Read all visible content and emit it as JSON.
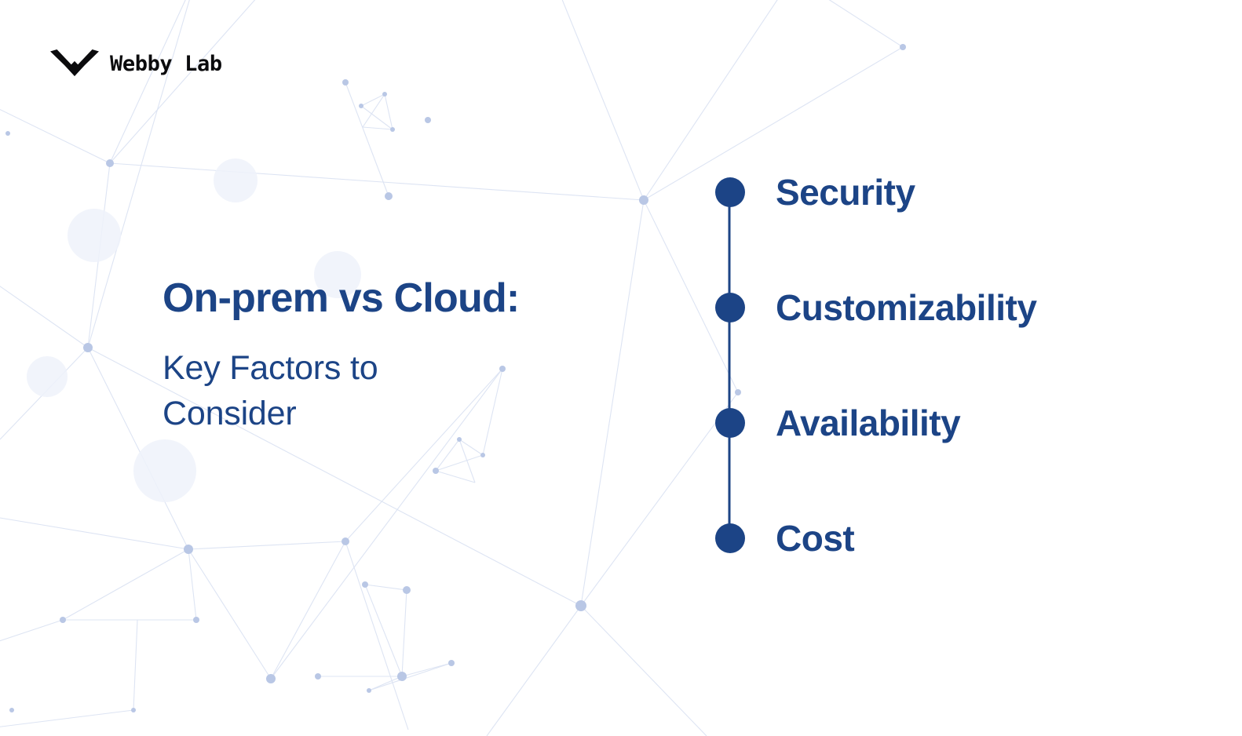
{
  "brand": {
    "logo_icon": "webbylab-chevron-logo-icon",
    "name": "Webby Lab"
  },
  "headline": {
    "title": "On-prem vs Cloud:",
    "subtitle": "Key Factors to Consider"
  },
  "timeline": {
    "items": [
      {
        "label": "Security"
      },
      {
        "label": "Customizability"
      },
      {
        "label": "Availability"
      },
      {
        "label": "Cost"
      }
    ]
  },
  "colors": {
    "brand_blue": "#1c4486",
    "logo_black": "#0b0b0d",
    "background": "#ffffff",
    "network_line": "#dde4f3",
    "network_node": "#b9c7e5"
  }
}
